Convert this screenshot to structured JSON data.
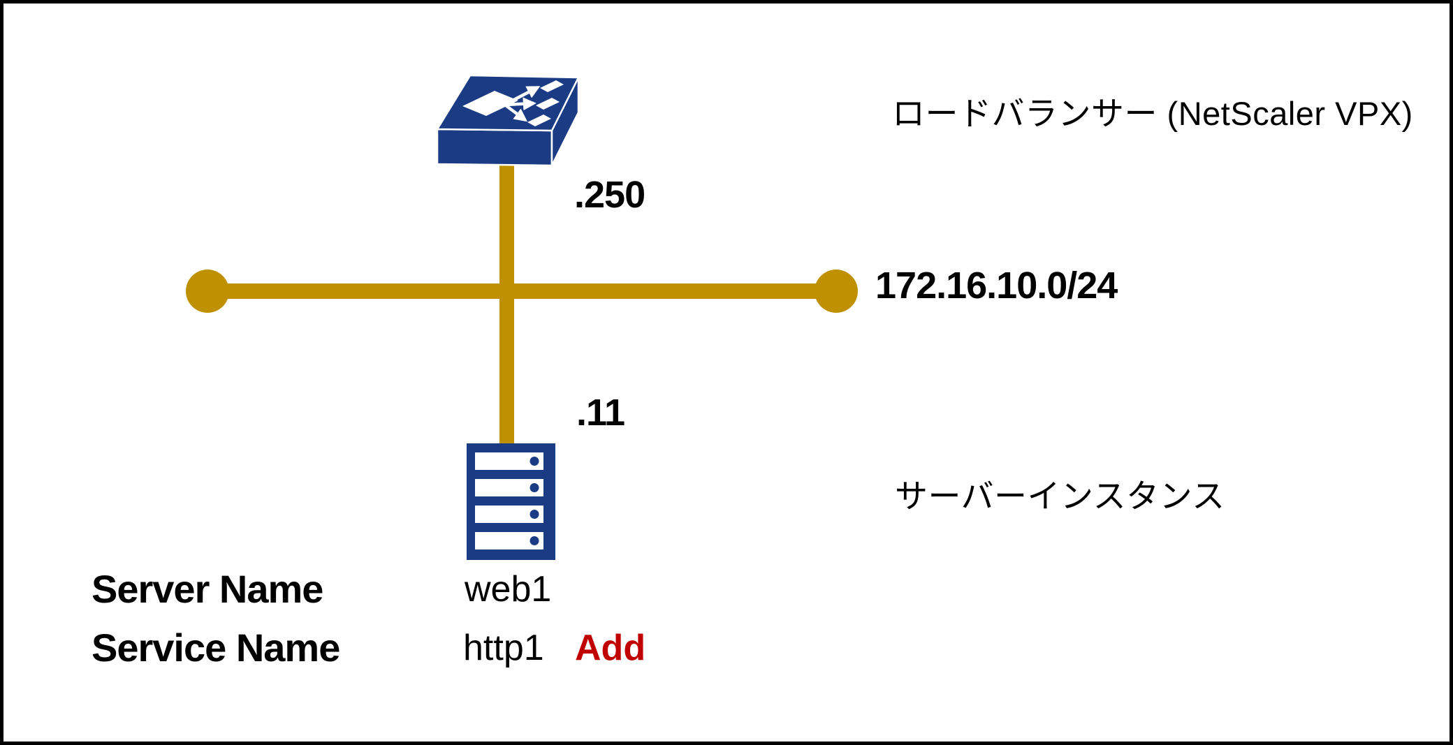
{
  "colors": {
    "line": "#BF9000",
    "node": "#1B3C85",
    "accent_red": "#C00000",
    "text": "#000000"
  },
  "labels": {
    "load_balancer": "ロードバランサー (NetScaler VPX)",
    "server_instance": "サーバーインスタンス",
    "subnet": "172.16.10.0/24",
    "lb_ip": ".250",
    "server_ip": ".11"
  },
  "table": {
    "server_name_label": "Server Name",
    "server_name_value": "web1",
    "service_name_label": "Service Name",
    "service_name_value": "http1",
    "service_action": "Add"
  },
  "icons": {
    "load_balancer": "load-balancer-icon",
    "server": "server-icon"
  }
}
